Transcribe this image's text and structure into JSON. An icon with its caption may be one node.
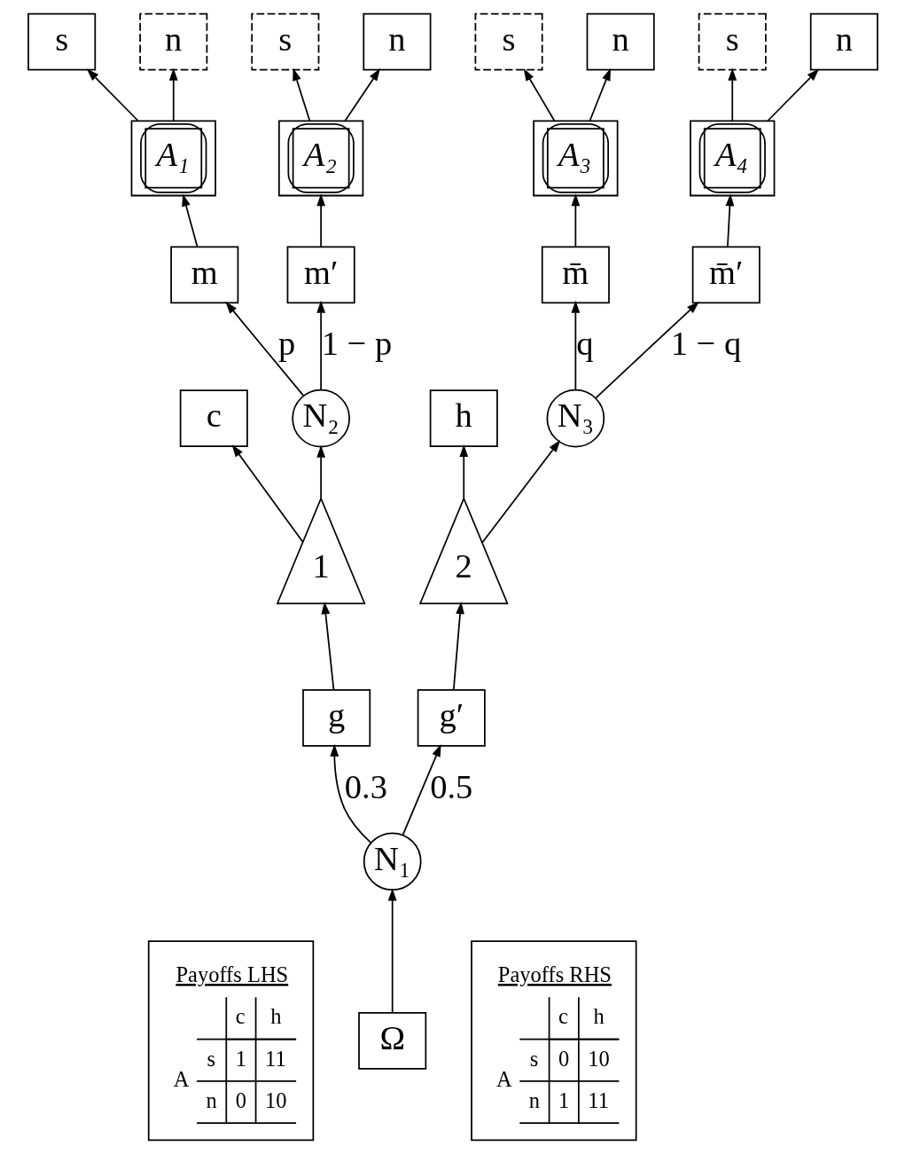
{
  "diagram": {
    "nodes": [
      {
        "text": [
          "Ω"
        ]
      },
      {
        "text": [
          "N₁"
        ]
      },
      {
        "text": [
          "g"
        ]
      },
      {
        "text": [
          "g′"
        ]
      },
      {
        "text": [
          "1"
        ]
      },
      {
        "text": [
          "2"
        ]
      },
      {
        "text": [
          "c"
        ]
      },
      {
        "text": [
          "h"
        ]
      },
      {
        "text": [
          "N₂"
        ]
      },
      {
        "text": [
          "N₃"
        ]
      },
      {
        "text": [
          "m"
        ]
      },
      {
        "text": [
          "m′"
        ]
      },
      {
        "text": [
          "m̄"
        ]
      },
      {
        "text": [
          "m̄′"
        ]
      },
      {
        "text": [
          "A₁"
        ]
      },
      {
        "text": [
          "A₂"
        ]
      },
      {
        "text": [
          "A₃"
        ]
      },
      {
        "text": [
          "A₄"
        ]
      },
      {
        "text": [
          "s"
        ]
      },
      {
        "text": [
          "n"
        ]
      },
      {
        "text": [
          "s"
        ]
      },
      {
        "text": [
          "n"
        ]
      },
      {
        "text": [
          "s"
        ]
      },
      {
        "text": [
          "n"
        ]
      },
      {
        "text": [
          "s"
        ]
      },
      {
        "text": [
          "n"
        ]
      },
      {
        "text": [
          "Payoffs LHS",
          "c",
          "h",
          "A",
          "s",
          "1",
          "11",
          "n",
          "0",
          "10"
        ]
      },
      {
        "text": [
          "Payoffs RHS",
          "c",
          "h",
          "A",
          "s",
          "0",
          "10",
          "n",
          "1",
          "11"
        ]
      }
    ],
    "edges": [
      {
        "from": 0,
        "to": 1,
        "arrow": "to"
      },
      {
        "from": 1,
        "to": 2,
        "arrow": "to",
        "label": "0.3"
      },
      {
        "from": 1,
        "to": 3,
        "arrow": "to",
        "label": "0.5"
      },
      {
        "from": 2,
        "to": 4,
        "arrow": "to"
      },
      {
        "from": 3,
        "to": 5,
        "arrow": "to"
      },
      {
        "from": 4,
        "to": 6,
        "arrow": "to"
      },
      {
        "from": 5,
        "to": 7,
        "arrow": "to"
      },
      {
        "from": 4,
        "to": 8,
        "arrow": "to"
      },
      {
        "from": 5,
        "to": 9,
        "arrow": "to"
      },
      {
        "from": 8,
        "to": 10,
        "arrow": "to",
        "label": "p"
      },
      {
        "from": 8,
        "to": 11,
        "arrow": "to",
        "label": "1 − p"
      },
      {
        "from": 9,
        "to": 12,
        "arrow": "to",
        "label": "q"
      },
      {
        "from": 9,
        "to": 13,
        "arrow": "to",
        "label": "1 − q"
      },
      {
        "from": 10,
        "to": 14,
        "arrow": "to"
      },
      {
        "from": 11,
        "to": 15,
        "arrow": "to"
      },
      {
        "from": 12,
        "to": 16,
        "arrow": "to"
      },
      {
        "from": 13,
        "to": 17,
        "arrow": "to"
      },
      {
        "from": 14,
        "to": 18,
        "arrow": "to"
      },
      {
        "from": 14,
        "to": 19,
        "arrow": "to"
      },
      {
        "from": 15,
        "to": 20,
        "arrow": "to"
      },
      {
        "from": 15,
        "to": 21,
        "arrow": "to"
      },
      {
        "from": 16,
        "to": 22,
        "arrow": "to"
      },
      {
        "from": 16,
        "to": 23,
        "arrow": "to"
      },
      {
        "from": 17,
        "to": 24,
        "arrow": "to"
      },
      {
        "from": 17,
        "to": 25,
        "arrow": "to"
      }
    ]
  }
}
